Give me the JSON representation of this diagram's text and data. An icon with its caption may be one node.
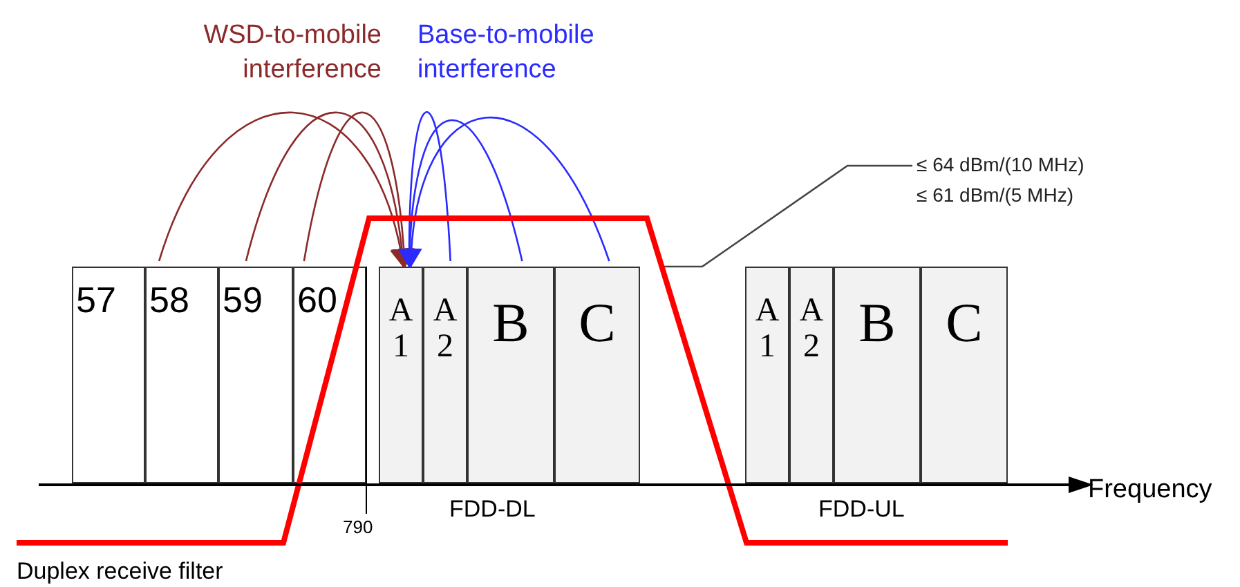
{
  "diagram": {
    "nodes": [
      {
        "text": [
          "57"
        ]
      },
      {
        "text": [
          "58"
        ]
      },
      {
        "text": [
          "59"
        ]
      },
      {
        "text": [
          "60"
        ]
      },
      {
        "text": [
          "A 1"
        ]
      },
      {
        "text": [
          "A 2"
        ]
      },
      {
        "text": [
          "B"
        ]
      },
      {
        "text": [
          "C"
        ]
      },
      {
        "text": [
          "A 1"
        ]
      },
      {
        "text": [
          "A 2"
        ]
      },
      {
        "text": [
          "B"
        ]
      },
      {
        "text": [
          "C"
        ]
      },
      {
        "text": [
          "≤ 64 dBm/(10 MHz)",
          "≤ 61 dBm/(5 MHz)"
        ]
      }
    ],
    "edges": [
      {
        "from": 1,
        "to": 4,
        "arrow": "to",
        "color": "#8b2a2a"
      },
      {
        "from": 2,
        "to": 4,
        "arrow": "to",
        "color": "#8b2a2a"
      },
      {
        "from": 3,
        "to": 4,
        "arrow": "to",
        "color": "#8b2a2a"
      },
      {
        "from": 5,
        "to": 4,
        "arrow": "to",
        "color": "#2b2bff"
      },
      {
        "from": 6,
        "to": 4,
        "arrow": "to",
        "color": "#2b2bff"
      },
      {
        "from": 7,
        "to": 4,
        "arrow": "to",
        "color": "#2b2bff"
      },
      {
        "from": 12,
        "to": null,
        "arrow": "none"
      }
    ],
    "labels": [
      "WSD-to-mobile interference",
      "Base-to-mobile interference",
      "790",
      "FDD-DL",
      "Frequency",
      "FDD-UL",
      "Duplex receive filter"
    ]
  }
}
